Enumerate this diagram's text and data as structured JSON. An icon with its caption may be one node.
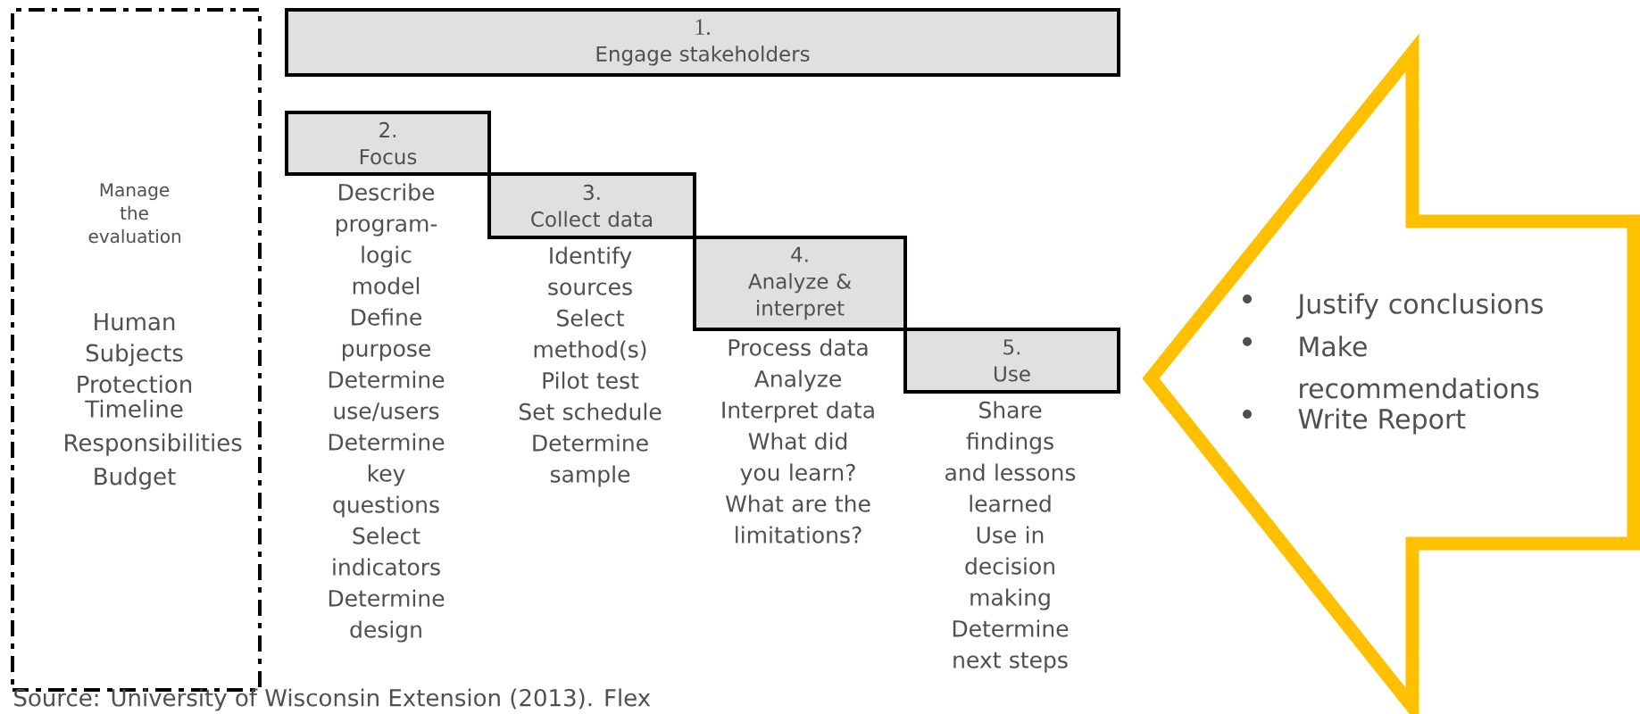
{
  "diagram": {
    "caption": "Source: University of Wisconsin Extension (2013). Flex",
    "nodes": [
      {
        "text": [
          "Manage the evaluation",
          "Human Subjects Protection",
          "Timeline",
          "Responsibilities",
          "Budget"
        ]
      },
      {
        "text": [
          "1.",
          "Engage stakeholders"
        ]
      },
      {
        "text": [
          "2.",
          "Focus"
        ],
        "beside": [
          "Describe program-logic model",
          "Define purpose",
          "Determine use/users",
          "Determine key questions",
          "Select indicators",
          "Determine design"
        ]
      },
      {
        "text": [
          "3.",
          "Collect data"
        ],
        "beside": [
          "Identify sources",
          "Select method(s)",
          "Pilot test",
          "Set schedule",
          "Determine sample"
        ]
      },
      {
        "text": [
          "4.",
          "Analyze & interpret"
        ],
        "beside": [
          "Process data",
          "Analyze",
          "Interpret data",
          "What did you learn?",
          "What are the limitations?"
        ]
      },
      {
        "text": [
          "5.",
          "Use"
        ],
        "beside": [
          "Share findings and lessons learned",
          "Use in decision making",
          "Determine next steps"
        ]
      },
      {
        "text": [
          "Justify conclusions",
          "Make recommendations",
          "Write Report"
        ]
      }
    ]
  }
}
